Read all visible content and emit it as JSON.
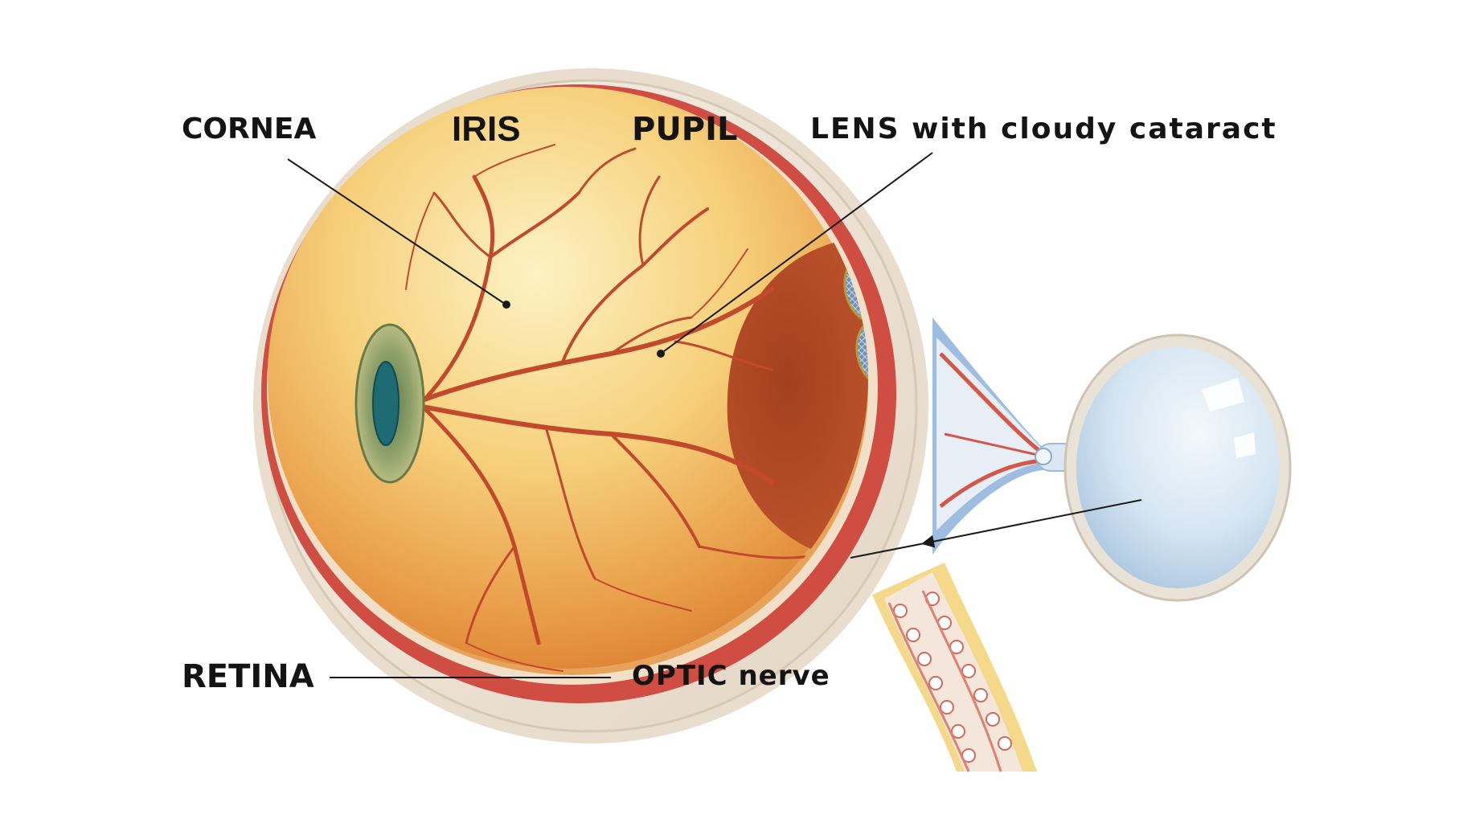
{
  "labels": {
    "cornea": "CORNEA",
    "iris": "IRIS",
    "pupil": "PUPIL",
    "lens": "LENS with cloudy cataract",
    "retina": "RETINA",
    "optic_nerve": "OPTIC nerve"
  },
  "colors": {
    "sclera": "#efe4d8",
    "choroid_red": "#c8413a",
    "fundus_light": "#fbe9a8",
    "fundus_dark": "#e08a3c",
    "vessel": "#c24a2c",
    "iris_green": "#9aa86a",
    "pupil_teal": "#1f6b73",
    "optic_blue": "#7fa6cf",
    "lens_blue": "#cfe0ef",
    "leader_line": "#1a1a1a"
  }
}
